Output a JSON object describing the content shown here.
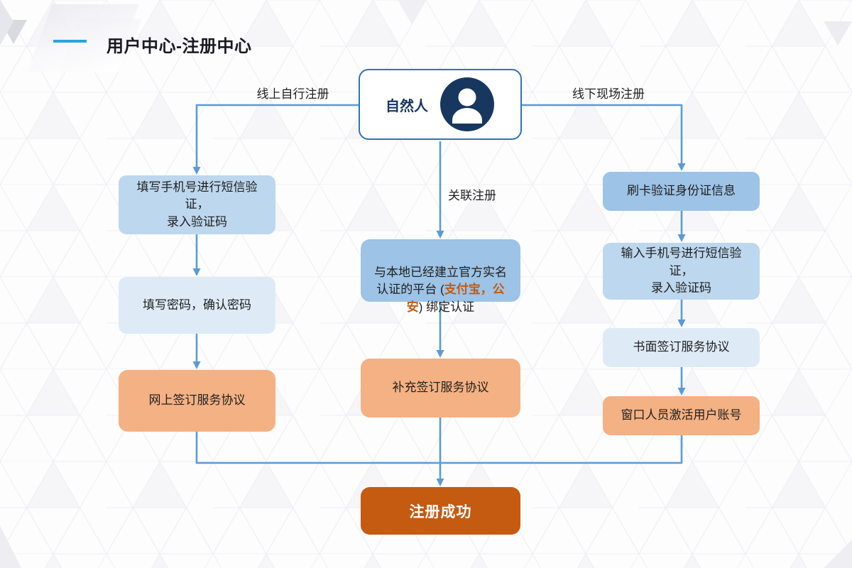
{
  "title": "用户中心-注册中心",
  "root_node": {
    "label": "自然人",
    "icon": "person-icon"
  },
  "branch_labels": {
    "left": "线上自行注册",
    "middle": "关联注册",
    "right": "线下现场注册"
  },
  "columns": {
    "left": [
      {
        "text": "填写手机号进行短信验证，\n录入验证码",
        "color": "#BDD7EE"
      },
      {
        "text": "填写密码，确认密码",
        "color": "#DEEBF7"
      },
      {
        "text": "网上签订服务协议",
        "color": "#F4B183"
      }
    ],
    "middle": [
      {
        "text_prefix": "与本地已经建立官方实名认证的平台 (",
        "text_highlight": "支付宝，公安",
        "text_suffix": ") 绑定认证",
        "color": "#9DC3E6"
      },
      {
        "text": "补充签订服务协议",
        "color": "#F4B183"
      }
    ],
    "right": [
      {
        "text": "刷卡验证身份证信息",
        "color": "#9DC3E6"
      },
      {
        "text": "输入手机号进行短信验证，\n录入验证码",
        "color": "#BDD7EE"
      },
      {
        "text": "书面签订服务协议",
        "color": "#DEEBF7"
      },
      {
        "text": "窗口人员激活用户账号",
        "color": "#F4B183"
      }
    ]
  },
  "final_node": {
    "label": "注册成功",
    "color": "#C55A11"
  },
  "colors": {
    "connector": "#5B9BD5",
    "highlight_text": "#C55A11",
    "root_border": "#2E75B6",
    "avatar_bg": "#17375E",
    "title_dash": "#2AA3DC"
  }
}
